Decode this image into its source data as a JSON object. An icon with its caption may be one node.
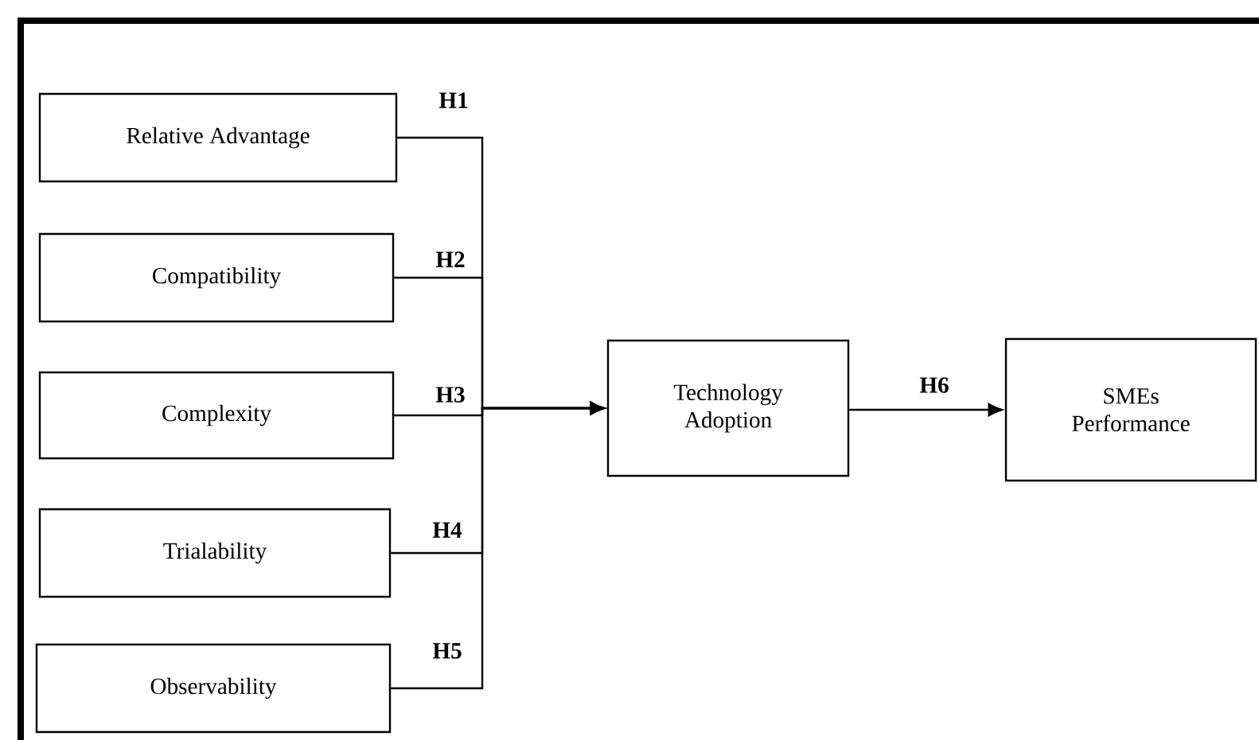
{
  "diagram": {
    "nodes": [
      {
        "text": [
          "Relative Advantage"
        ]
      },
      {
        "text": [
          "Compatibility"
        ]
      },
      {
        "text": [
          "Complexity"
        ]
      },
      {
        "text": [
          "Trialability"
        ]
      },
      {
        "text": [
          "Observability"
        ]
      },
      {
        "text": [
          "Technology Adoption"
        ]
      },
      {
        "text": [
          "SMEs Performance"
        ]
      }
    ],
    "edges": [
      {
        "from": 0,
        "to": 5,
        "arrow": "to",
        "label": "H1"
      },
      {
        "from": 1,
        "to": 5,
        "arrow": "to",
        "label": "H2"
      },
      {
        "from": 2,
        "to": 5,
        "arrow": "to",
        "label": "H3"
      },
      {
        "from": 3,
        "to": 5,
        "arrow": "to",
        "label": "H4"
      },
      {
        "from": 4,
        "to": 5,
        "arrow": "to",
        "label": "H5"
      },
      {
        "from": 5,
        "to": 6,
        "arrow": "to",
        "label": "H6"
      }
    ]
  }
}
